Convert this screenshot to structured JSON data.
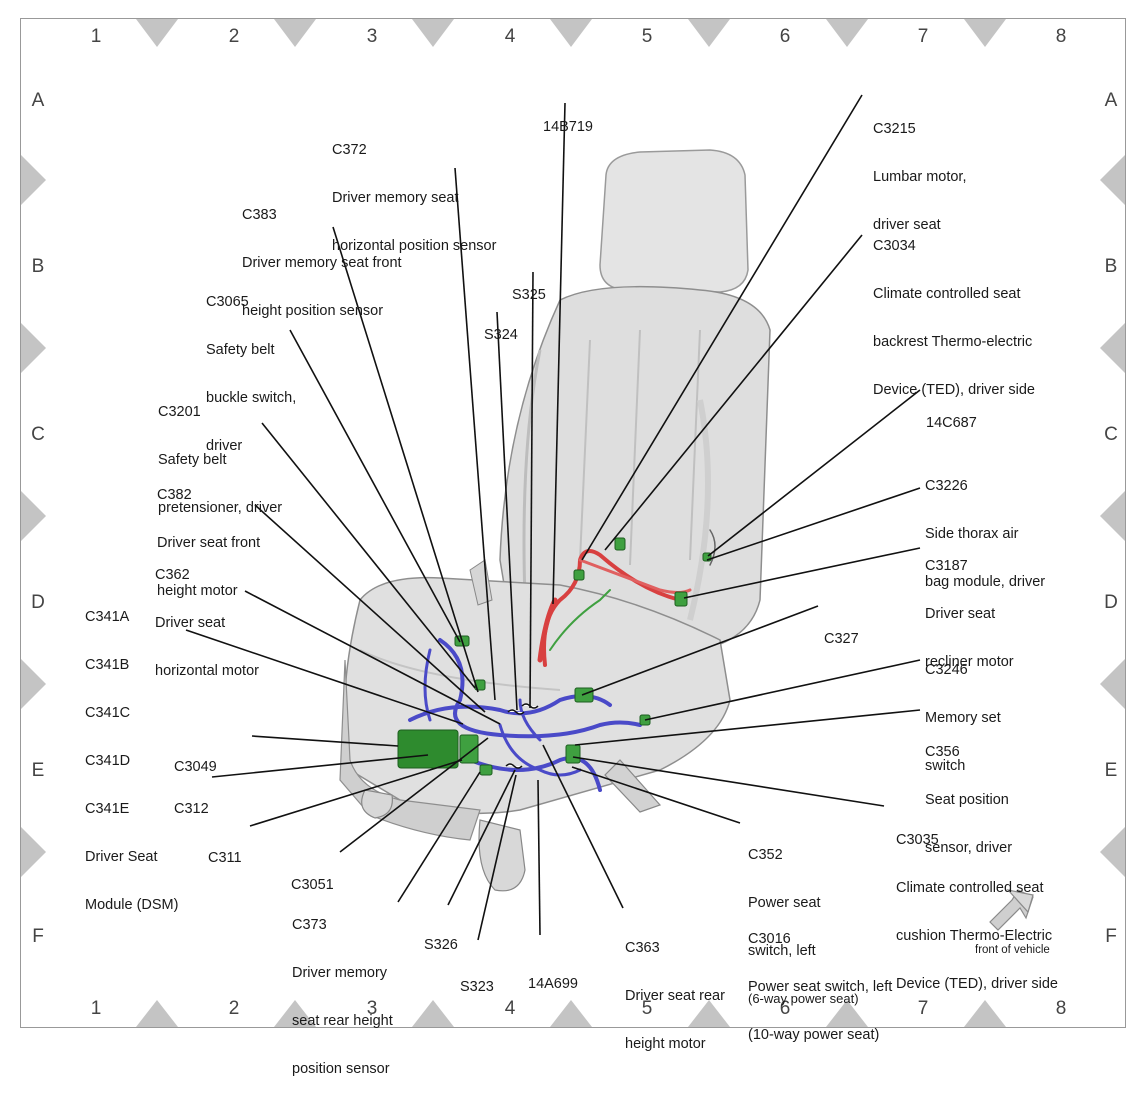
{
  "grid": {
    "columns": [
      "1",
      "2",
      "3",
      "4",
      "5",
      "6",
      "7",
      "8"
    ],
    "rows": [
      "A",
      "B",
      "C",
      "D",
      "E",
      "F"
    ]
  },
  "labels": {
    "c372": [
      "C372",
      "Driver memory seat",
      "horizontal position sensor"
    ],
    "p14b719": [
      "14B719"
    ],
    "c3215": [
      "C3215",
      "Lumbar motor,",
      "driver seat"
    ],
    "c383": [
      "C383",
      "Driver memory seat front",
      "height position sensor"
    ],
    "c3034": [
      "C3034",
      "Climate controlled seat",
      "backrest Thermo-electric",
      "Device (TED), driver side"
    ],
    "c3065": [
      "C3065",
      "Safety belt",
      "buckle switch,",
      "driver"
    ],
    "s325": [
      "S325"
    ],
    "s324": [
      "S324"
    ],
    "c3201": [
      "C3201",
      "Safety belt",
      "pretensioner, driver"
    ],
    "p14c687": [
      "14C687"
    ],
    "c382": [
      "C382",
      "Driver seat front",
      "height motor"
    ],
    "c3226": [
      "C3226",
      "Side thorax air",
      "bag module, driver"
    ],
    "c362": [
      "C362",
      "Driver seat",
      "horizontal motor"
    ],
    "c3187": [
      "C3187",
      "Driver seat",
      "recliner motor"
    ],
    "c341": [
      "C341A",
      "C341B",
      "C341C",
      "C341D",
      "C341E",
      "Driver Seat",
      "Module (DSM)"
    ],
    "c327": [
      "C327"
    ],
    "c3246": [
      "C3246",
      "Memory set",
      "switch"
    ],
    "c3049": [
      "C3049"
    ],
    "c356": [
      "C356",
      "Seat position",
      "sensor, driver"
    ],
    "c312": [
      "C312"
    ],
    "c3035": [
      "C3035",
      "Climate controlled seat",
      "cushion Thermo-Electric",
      "Device (TED), driver side"
    ],
    "c311": [
      "C311"
    ],
    "c352": [
      "C352",
      "Power seat",
      "switch, left",
      "(6-way power seat)"
    ],
    "c3051": [
      "C3051"
    ],
    "c373": [
      "C373",
      "Driver memory",
      "seat rear height",
      "position sensor"
    ],
    "s326": [
      "S326"
    ],
    "c363": [
      "C363",
      "Driver seat rear",
      "height motor"
    ],
    "c3016": [
      "C3016",
      "Power seat switch, left",
      "(10-way power seat)"
    ],
    "s323": [
      "S323"
    ],
    "p14a699": [
      "14A699"
    ]
  },
  "front_of_vehicle": "front of vehicle",
  "colors": {
    "harness_blue": "#4a4ac8",
    "harness_red": "#d84040",
    "connector_green": "#3fa040",
    "seat_gray": "#dcdcdc",
    "marker_gray": "#c4c4c4"
  }
}
